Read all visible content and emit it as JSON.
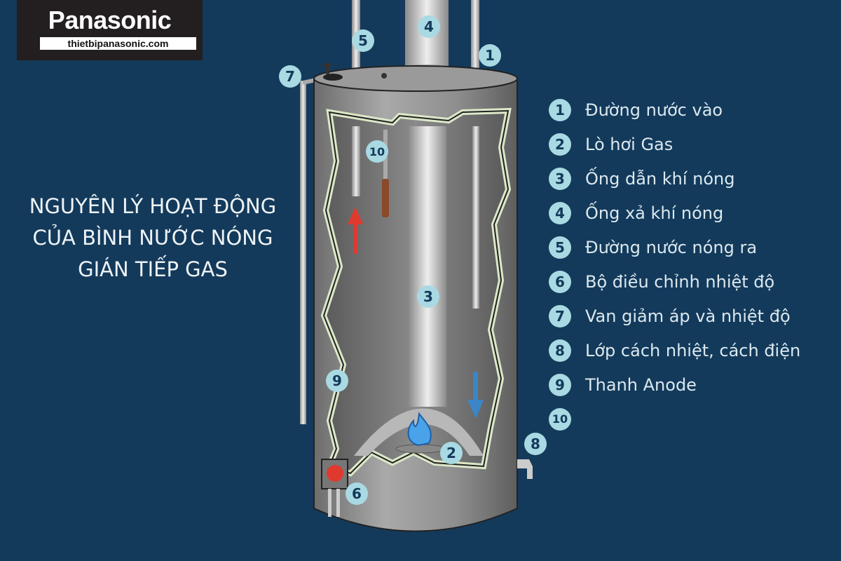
{
  "logo": {
    "brand": "Panasonic",
    "url": "thietbipanasonic.com"
  },
  "title": [
    "NGUYÊN LÝ HOẠT ĐỘNG",
    "CỦA BÌNH NƯỚC NÓNG",
    "GIÁN TIẾP GAS"
  ],
  "legend": [
    {
      "n": "1",
      "label": "Đường nước vào"
    },
    {
      "n": "2",
      "label": "Lò hơi Gas"
    },
    {
      "n": "3",
      "label": "Ống dẫn khí nóng"
    },
    {
      "n": "4",
      "label": "Ống xả khí nóng"
    },
    {
      "n": "5",
      "label": "Đường nước nóng ra"
    },
    {
      "n": "6",
      "label": "Bộ điều chỉnh nhiệt độ"
    },
    {
      "n": "7",
      "label": "Van giảm áp và nhiệt độ"
    },
    {
      "n": "8",
      "label": "Lớp cách nhiệt, cách điện"
    },
    {
      "n": "9",
      "label": "Thanh Anode"
    },
    {
      "n": "10",
      "label": ""
    }
  ],
  "callouts": {
    "c1": "1",
    "c2": "2",
    "c3": "3",
    "c4": "4",
    "c5": "5",
    "c6": "6",
    "c7": "7",
    "c8": "8",
    "c9": "9",
    "c10": "10"
  },
  "colors": {
    "background": "#133a5b",
    "badge": "#a9d9e2",
    "hot": "#e03a2f",
    "cold": "#3a86c8"
  }
}
